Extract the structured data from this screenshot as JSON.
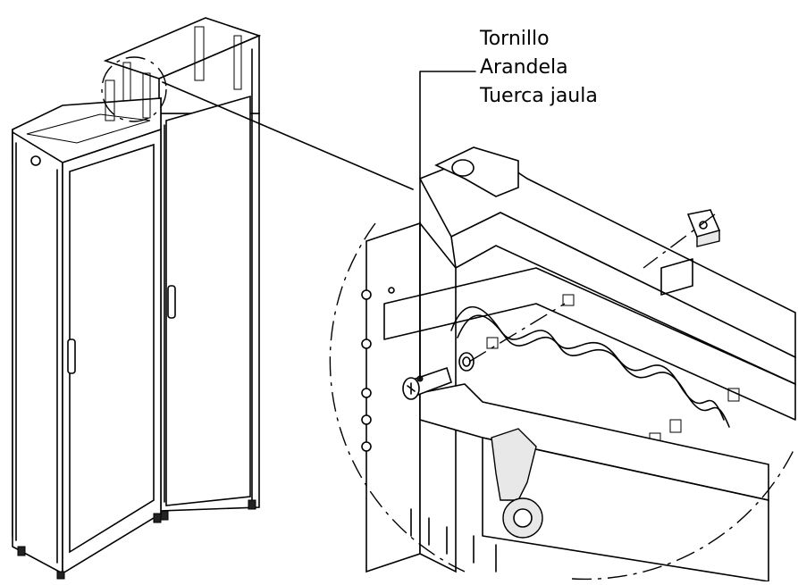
{
  "labels": {
    "screw": "Tornillo",
    "washer": "Arandela",
    "cage_nut": "Tuerca jaula"
  }
}
